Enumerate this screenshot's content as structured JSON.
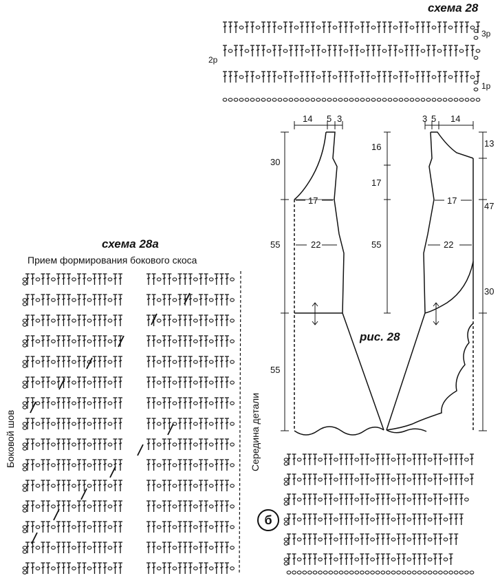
{
  "scheme28": {
    "title": "схема 28",
    "row_labels": [
      "3р",
      "2р",
      "1р"
    ]
  },
  "scheme28a": {
    "title": "схема 28а",
    "subtitle": "Прием формирования бокового скоса",
    "left_side_label": "Боковой шов",
    "right_side_label": "Середина детали"
  },
  "figure28": {
    "caption": "рис. 28",
    "left_piece": {
      "top_widths": [
        "14",
        "5",
        "3"
      ],
      "heights": [
        "30",
        "55",
        "55"
      ],
      "widths": [
        "17",
        "22"
      ]
    },
    "middle_scale": {
      "values": [
        "16",
        "17",
        "55"
      ]
    },
    "right_piece": {
      "top_widths": [
        "3",
        "5",
        "14"
      ],
      "heights": [
        "13",
        "47",
        "30"
      ],
      "widths": [
        "17",
        "22"
      ]
    }
  },
  "fragment_b": {
    "label": "б"
  },
  "colors": {
    "ink": "#111111",
    "background": "#ffffff"
  }
}
